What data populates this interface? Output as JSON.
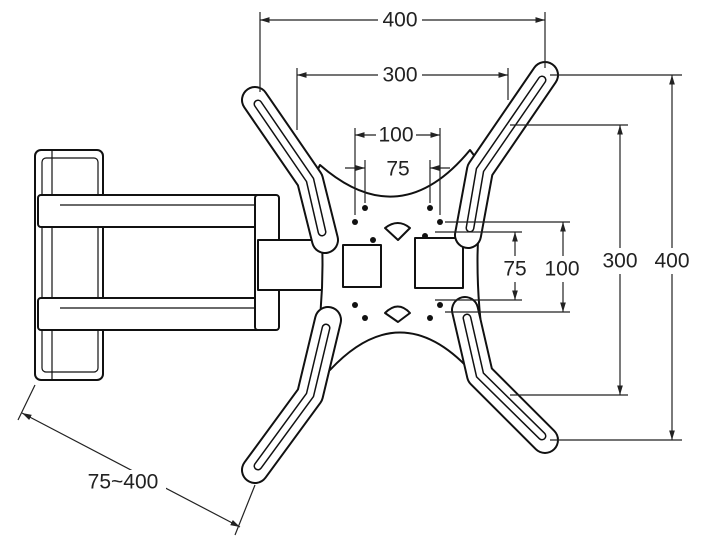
{
  "title": "TV wall mount dimension diagram",
  "top_dimensions": {
    "outer_width": "400",
    "inner_width": "300",
    "small_width": "100",
    "smallest_width": "75"
  },
  "right_dimensions": {
    "smallest_height": "75",
    "small_height": "100",
    "inner_height": "300",
    "outer_height": "400"
  },
  "extension_range": "75~400"
}
